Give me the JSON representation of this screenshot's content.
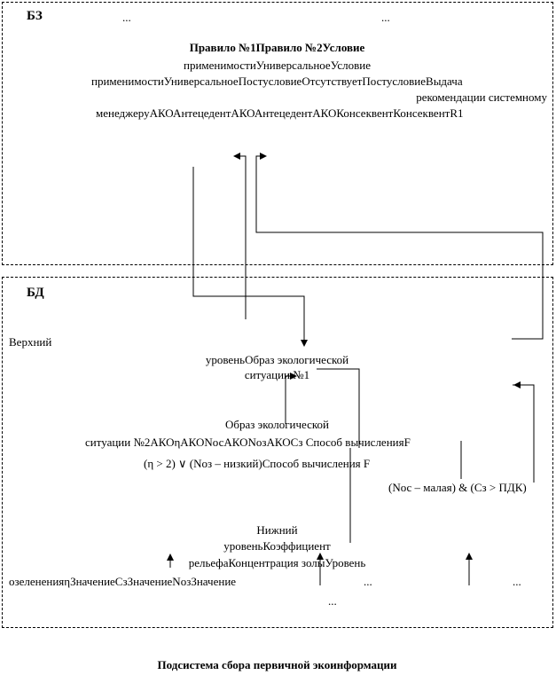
{
  "kb": {
    "label": "БЗ",
    "dots": [
      "...",
      "..."
    ],
    "rules_line1": "Правило №1Правило №2Условие",
    "rules_line2": "применимостиУниверсальноеУсловие",
    "rules_line3": "применимостиУниверсальноеПостусловиеОтсутствуетПостусловиеВыдача",
    "rules_line4": "рекомендации системному",
    "rules_line5": "менеджеруАКОАнтецедентАКОАнтецедентАКОКонсеквентКонсеквентR1"
  },
  "db": {
    "label": "БД",
    "upper_word": "Верхний",
    "upper_line1": "уровеньОбраз экологической",
    "upper_line2": "ситуации №1",
    "image2_line1": "Образ экологической",
    "image2_line2": "ситуации №2АКОηАКОNосАКОNозАКОCз Способ вычисленияF",
    "condition1": "(η > 2) ∨ (Nоз – низкий)Способ вычисления F",
    "condition2": "(Nос – малая) & (Cз > ПДК)",
    "lower_line1": "Нижний",
    "lower_line2": "уровеньКоэффициент",
    "lower_line3": "рельефаКонцентрация золыУровень",
    "lower_line4": "озелененияηЗначениеCзЗначениеNозЗначение",
    "dots": [
      "...",
      "...",
      "..."
    ]
  },
  "footer": {
    "caption": "Подсистема сбора первичной экоинформации"
  }
}
